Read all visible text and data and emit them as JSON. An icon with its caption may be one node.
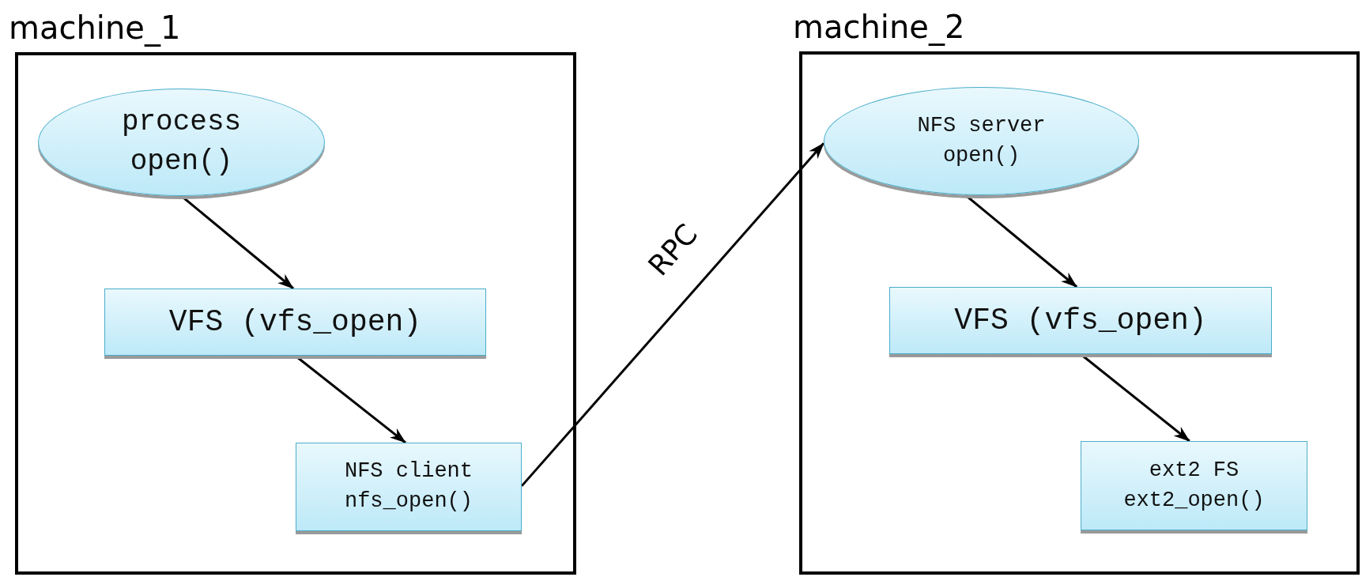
{
  "diagram": {
    "nodes": [
      {
        "text": [
          "machine_1"
        ]
      },
      {
        "text": [
          "process open()"
        ],
        "in": 0
      },
      {
        "text": [
          "VFS (vfs_open)"
        ],
        "in": 0
      },
      {
        "text": [
          "NFS client nfs_open()"
        ],
        "in": 0
      },
      {
        "text": [
          "machine_2"
        ]
      },
      {
        "text": [
          "NFS server open()"
        ],
        "in": 4
      },
      {
        "text": [
          "VFS (vfs_open)"
        ],
        "in": 4
      },
      {
        "text": [
          "ext2 FS ext2_open()"
        ],
        "in": 4
      }
    ],
    "edges": [
      {
        "from": 1,
        "to": 2,
        "arrow": "to"
      },
      {
        "from": 2,
        "to": 3,
        "arrow": "to"
      },
      {
        "from": 3,
        "to": 5,
        "arrow": "to",
        "label": "RPC"
      },
      {
        "from": 5,
        "to": 6,
        "arrow": "to"
      },
      {
        "from": 6,
        "to": 7,
        "arrow": "to"
      }
    ]
  }
}
